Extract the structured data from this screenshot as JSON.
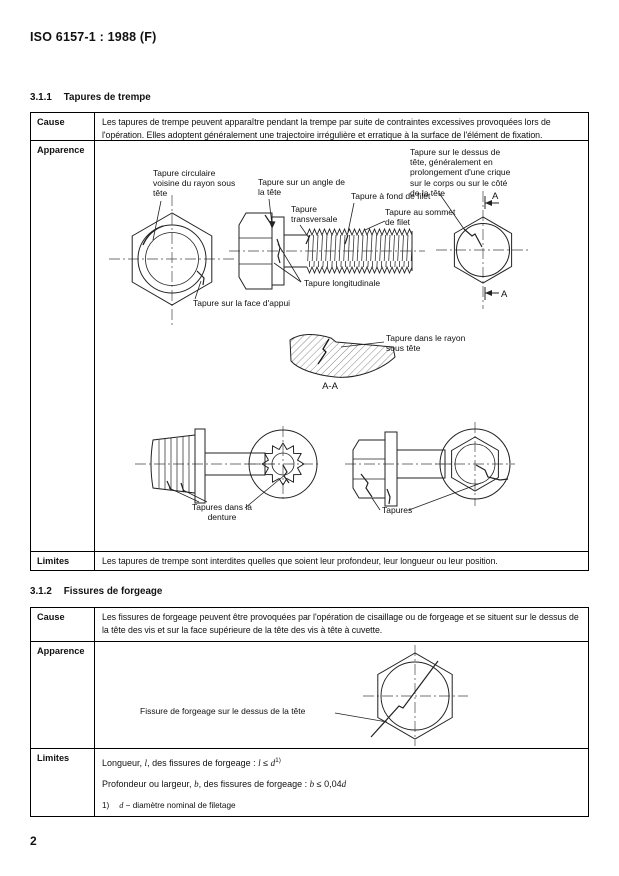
{
  "header": {
    "title": "ISO 6157-1 : 1988 (F)"
  },
  "page_number": "2",
  "section1": {
    "num": "3.1.1",
    "title": "Tapures de trempe",
    "cause_label": "Cause",
    "cause_text": "Les tapures de trempe peuvent apparaître pendant la trempe par suite de contraintes excessives provoquées lors de l'opération. Elles adoptent généralement une trajectoire irrégulière et erratique à la surface de l'élément de fixation.",
    "apparence_label": "Apparence",
    "limites_label": "Limites",
    "limites_text": "Les tapures de trempe sont interdites quelles que soient leur profondeur, leur longueur ou leur position.",
    "fig": {
      "label_circulaire": "Tapure circulaire voisine du rayon sous tête",
      "label_angle": "Tapure sur un angle de la tête",
      "label_transversale": "Tapure transversale",
      "label_fond_filet": "Tapure à fond de filet",
      "label_sommet_filet": "Tapure au sommet de filet",
      "label_longitudinale": "Tapure longitudinale",
      "label_face_appui": "Tapure sur la face d'appui",
      "label_dessus_tete": "Tapure sur le dessus de tête, généralement en prolongement d'une crique sur le corps ou sur le côté de la tête",
      "label_rayon_sous_tete": "Tapure dans le rayon sous tête",
      "section_view_caption": "A-A",
      "section_marker": "A",
      "label_denture": "Tapures dans la denture",
      "label_tapures": "Tapures"
    }
  },
  "section2": {
    "num": "3.1.2",
    "title": "Fissures de forgeage",
    "cause_label": "Cause",
    "cause_text": "Les fissures de forgeage peuvent être provoquées par l'opération de cisaillage ou de forgeage et se situent sur le dessus de la tête des vis et sur la face supérieure de la tête des vis à tête à cuvette.",
    "apparence_label": "Apparence",
    "limites_label": "Limites",
    "fig": {
      "label_fissure": "Fissure de forgeage sur le dessus de la tête"
    },
    "limites": {
      "l1_t1": "Longueur, ",
      "l1_v1": "l",
      "l1_t2": ", des fissures de forgeage : ",
      "l1_v2": "l",
      "l1_op": " ≤ ",
      "l1_v3": "d",
      "l1_sup": "1)",
      "l2_t1": "Profondeur ou largeur, ",
      "l2_v1": "b",
      "l2_t2": ", des fissures de forgeage : ",
      "l2_v2": "b",
      "l2_op": " ≤ 0,04",
      "l2_v3": "d",
      "fn_num": "1)",
      "fn_var": "d",
      "fn_text": " −  diamètre nominal de filetage"
    }
  }
}
